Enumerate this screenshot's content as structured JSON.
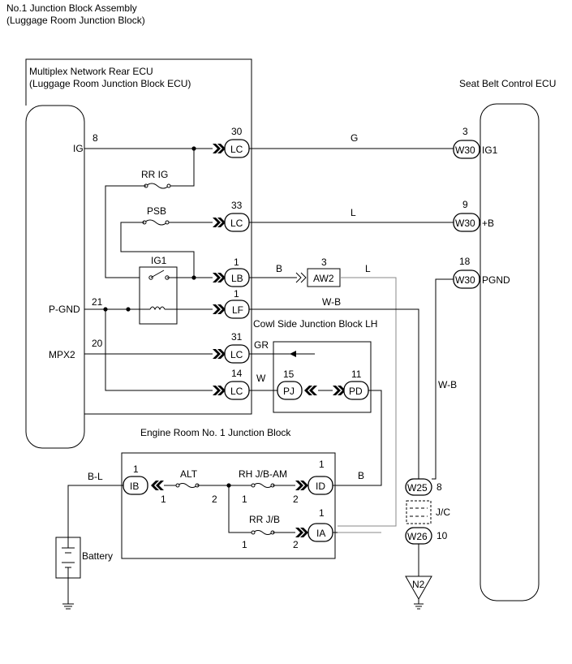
{
  "assembly": {
    "line1": "No.1 Junction Block Assembly",
    "line2": "(Luggage Room Junction Block)"
  },
  "rear_ecu": {
    "line1": "Multiplex Network Rear ECU",
    "line2": "(Luggage Room Junction Block ECU)"
  },
  "seatbelt_ecu": {
    "title": "Seat Belt Control ECU"
  },
  "cowl_jb": {
    "title": "Cowl Side Junction Block LH"
  },
  "engine_jb": {
    "title": "Engine Room No. 1 Junction Block"
  },
  "ecu_pins": {
    "ig": {
      "label": "IG",
      "pin": "8"
    },
    "pgnd": {
      "label": "P-GND",
      "pin": "21"
    },
    "mpx2": {
      "label": "MPX2",
      "pin": "20"
    }
  },
  "fuses": {
    "rrig": "RR IG",
    "psb": "PSB",
    "alt": "ALT",
    "rhjb": "RH J/B-AM",
    "rrjb": "RR J/B"
  },
  "relay": {
    "label": "IG1"
  },
  "connectors": [
    {
      "code": "LC",
      "pin": "30"
    },
    {
      "code": "LC",
      "pin": "33"
    },
    {
      "code": "LB",
      "pin": "1"
    },
    {
      "code": "LF",
      "pin": "1"
    },
    {
      "code": "LC",
      "pin": "31"
    },
    {
      "code": "LC",
      "pin": "14"
    }
  ],
  "seatbelt_pins": [
    {
      "code": "W30",
      "pin": "3",
      "label": "IG1"
    },
    {
      "code": "W30",
      "pin": "9",
      "label": "+B"
    },
    {
      "code": "W30",
      "pin": "18",
      "label": "PGND"
    }
  ],
  "aw2": {
    "code": "AW2",
    "pin": "3"
  },
  "cowl_pins": {
    "pj": {
      "code": "PJ",
      "pin": "15"
    },
    "pd": {
      "code": "PD",
      "pin": "11"
    }
  },
  "engine_pins": {
    "ib": {
      "code": "IB",
      "pin": "1",
      "inner": "1"
    },
    "id": {
      "code": "ID",
      "pin": "1"
    },
    "ia": {
      "code": "IA",
      "pin": "1"
    },
    "alt_right": "2",
    "rh_left": "1",
    "rh_right": "2",
    "rr_left": "1",
    "rr_right": "2"
  },
  "wire_colors": {
    "g": "G",
    "l1": "L",
    "b1": "B",
    "l2": "L",
    "wb1": "W-B",
    "gr": "GR",
    "w": "W",
    "wb2": "W-B",
    "b2": "B",
    "bl": "B-L"
  },
  "jc": {
    "label": "J/C",
    "top_code": "W25",
    "top_pin": "8",
    "bot_code": "W26",
    "bot_pin": "10"
  },
  "ground": {
    "label": "N2"
  },
  "battery": {
    "label": "Battery"
  }
}
